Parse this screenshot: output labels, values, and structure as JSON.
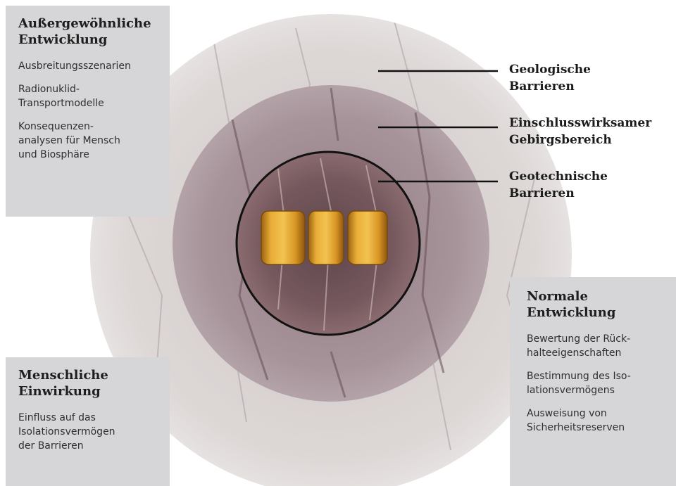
{
  "panels": {
    "exceptional": {
      "title": "Außergewöhnliche\nEntwicklung",
      "items": [
        "Ausbreitungsszenarien",
        "Radionuklid-\nTransportmodelle",
        "Konsequenzen-\nanalysen für Mensch\nund Biosphäre"
      ]
    },
    "human": {
      "title": "Menschliche\nEinwirkung",
      "items": [
        "Einfluss auf das\nIsolationsvermögen\nder Barrieren"
      ]
    },
    "normal": {
      "title": "Normale\nEntwicklung",
      "items": [
        "Bewertung der Rück-\nhalteeigenschaften",
        "Bestimmung des Iso-\nlationsvermögens",
        "Ausweisung von\nSicherheitsreserven"
      ]
    }
  },
  "barriers": {
    "geological": "Geologische\nBarrieren",
    "containment_zone": "Einschlusswirksamer\nGebirgsbereich",
    "geotechnical": "Geotechnische\nBarrieren"
  },
  "colors": {
    "panel_bg": "#d6d6d8",
    "outer_rock": "#d9d3d2",
    "middle_rock": "#a68f96",
    "inner_rock": "#6f5459",
    "canister": "#e0a52c",
    "ring": "#111111"
  }
}
